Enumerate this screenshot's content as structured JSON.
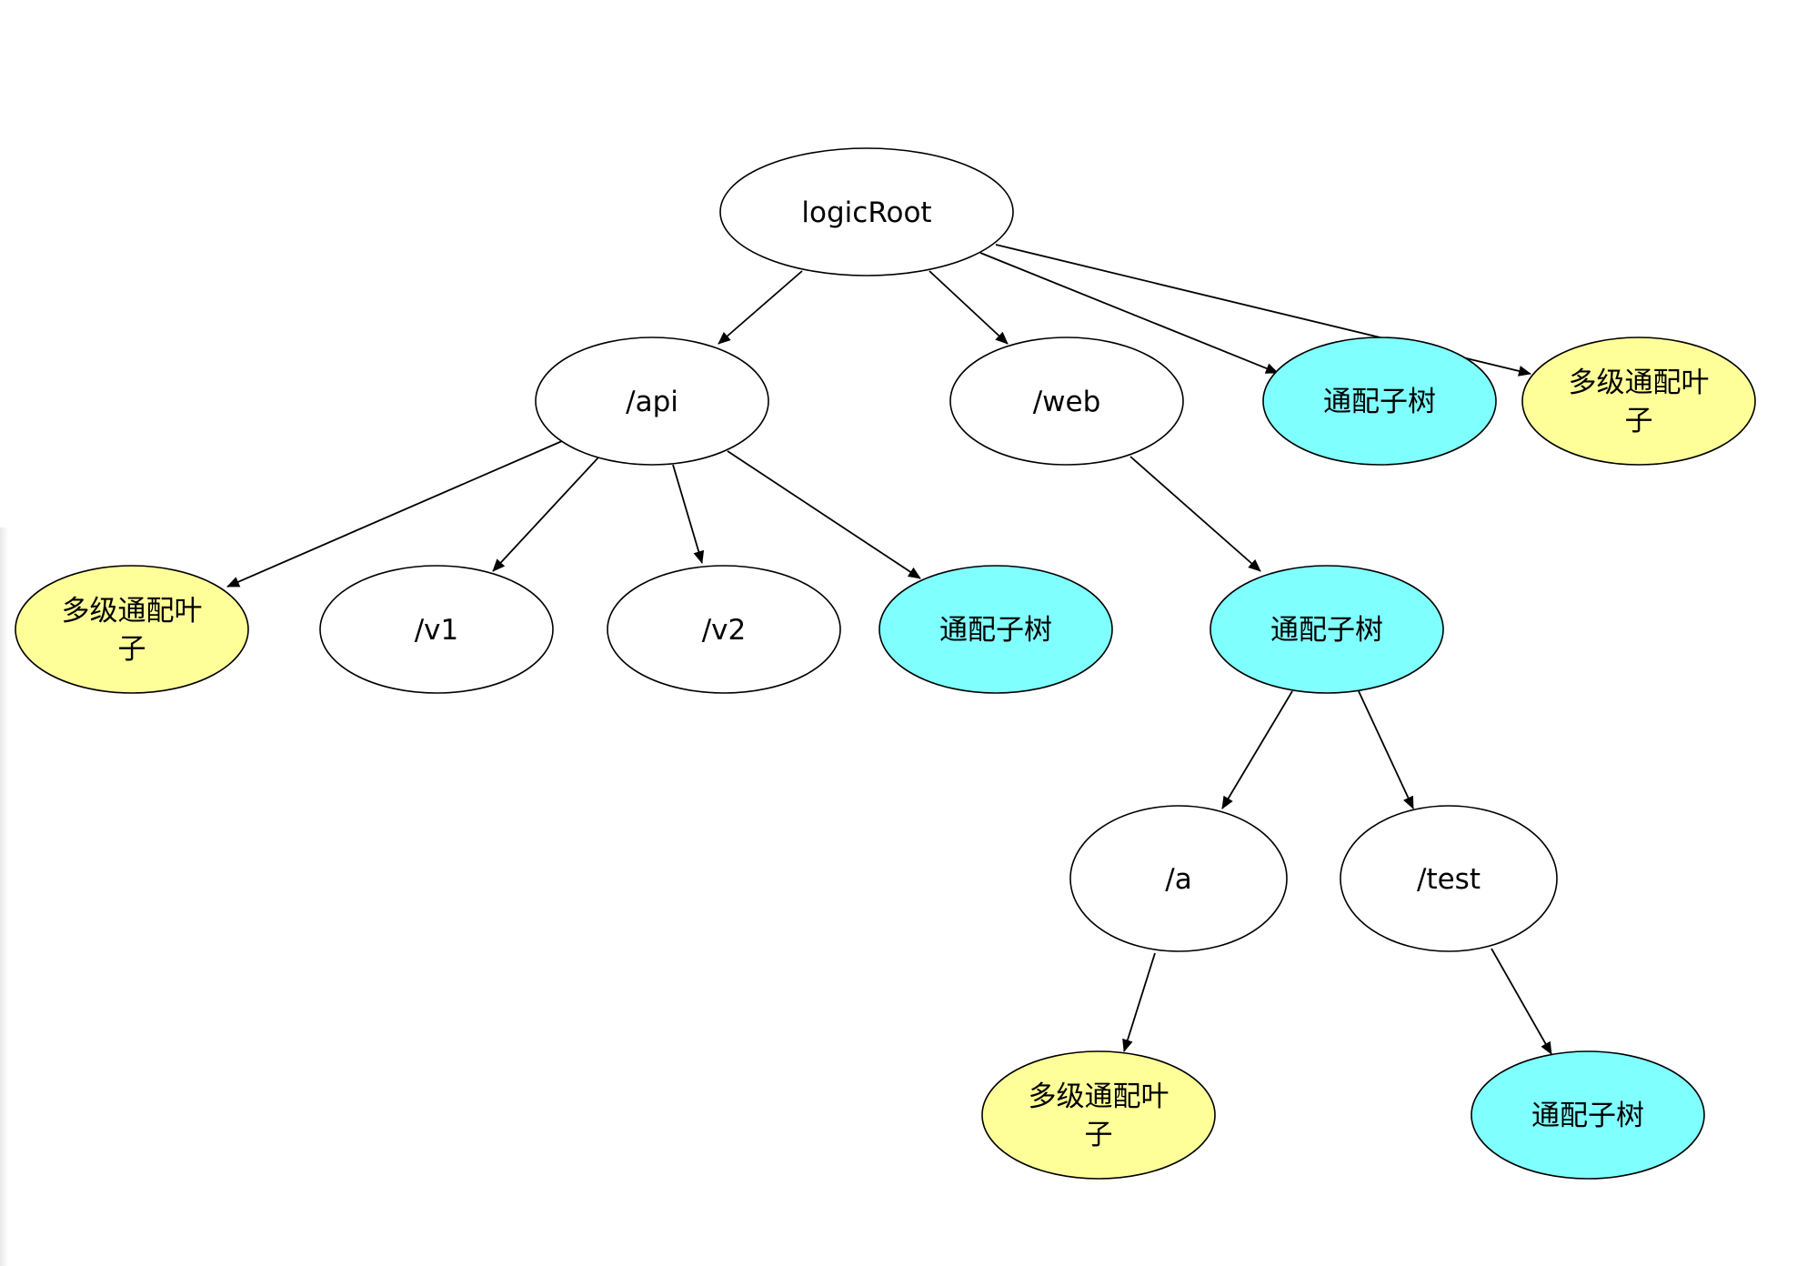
{
  "diagram": {
    "colors": {
      "default": "#ffffff",
      "wildcard_subtree": "#80ffff",
      "multi_wildcard_leaf": "#ffff99",
      "stroke": "#000000"
    },
    "nodes": [
      {
        "id": "root",
        "label": "logicRoot",
        "kind": "default"
      },
      {
        "id": "api",
        "label": "/api",
        "kind": "default"
      },
      {
        "id": "web",
        "label": "/web",
        "kind": "default"
      },
      {
        "id": "root_wild",
        "label": "通配子树",
        "kind": "wildcard_subtree"
      },
      {
        "id": "root_multi",
        "label": "多级通配叶子",
        "kind": "multi_wildcard_leaf"
      },
      {
        "id": "api_multi",
        "label": "多级通配叶子",
        "kind": "multi_wildcard_leaf"
      },
      {
        "id": "v1",
        "label": "/v1",
        "kind": "default"
      },
      {
        "id": "v2",
        "label": "/v2",
        "kind": "default"
      },
      {
        "id": "api_wild",
        "label": "通配子树",
        "kind": "wildcard_subtree"
      },
      {
        "id": "web_wild",
        "label": "通配子树",
        "kind": "wildcard_subtree"
      },
      {
        "id": "a",
        "label": "/a",
        "kind": "default"
      },
      {
        "id": "test",
        "label": "/test",
        "kind": "default"
      },
      {
        "id": "a_multi",
        "label": "多级通配叶子",
        "kind": "multi_wildcard_leaf"
      },
      {
        "id": "test_wild",
        "label": "通配子树",
        "kind": "wildcard_subtree"
      }
    ],
    "edges": [
      {
        "from": "root",
        "to": "api"
      },
      {
        "from": "root",
        "to": "web"
      },
      {
        "from": "root",
        "to": "root_wild"
      },
      {
        "from": "root",
        "to": "root_multi"
      },
      {
        "from": "api",
        "to": "api_multi"
      },
      {
        "from": "api",
        "to": "v1"
      },
      {
        "from": "api",
        "to": "v2"
      },
      {
        "from": "api",
        "to": "api_wild"
      },
      {
        "from": "web",
        "to": "web_wild"
      },
      {
        "from": "web_wild",
        "to": "a"
      },
      {
        "from": "web_wild",
        "to": "test"
      },
      {
        "from": "a",
        "to": "a_multi"
      },
      {
        "from": "test",
        "to": "test_wild"
      }
    ]
  }
}
